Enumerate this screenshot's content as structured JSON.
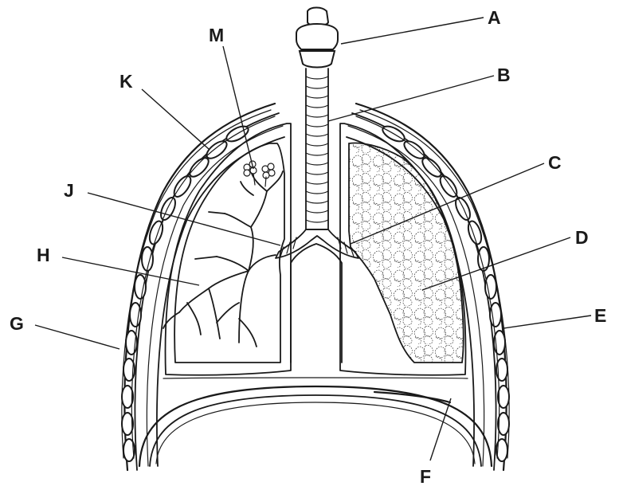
{
  "labels": {
    "A": "A",
    "B": "B",
    "C": "C",
    "D": "D",
    "E": "E",
    "F": "F",
    "G": "G",
    "H": "H",
    "J": "J",
    "K": "K",
    "M": "M"
  }
}
